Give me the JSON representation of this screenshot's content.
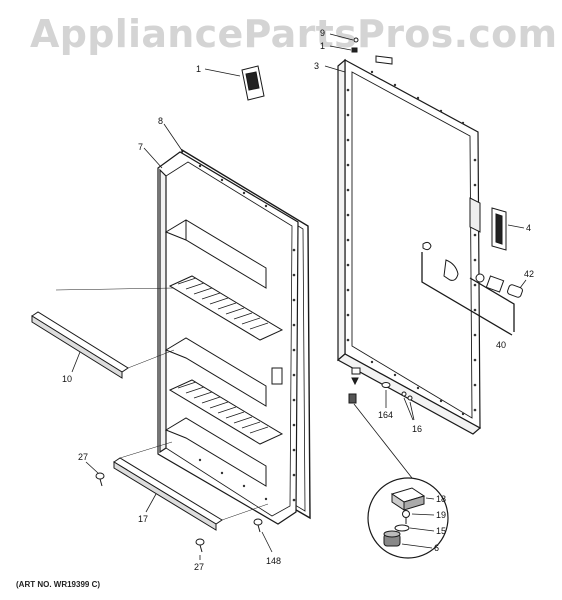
{
  "watermark": "AppliancePartsPros.com",
  "art_number": "(ART NO. WR19399 C)",
  "callouts": {
    "c1_top": "1",
    "c9": "9",
    "c1_small": "1",
    "c3": "3",
    "c8": "8",
    "c7": "7",
    "c4": "4",
    "c42": "42",
    "c40": "40",
    "c10": "10",
    "c164": "164",
    "c16": "16",
    "c27_top": "27",
    "c17": "17",
    "c18": "18",
    "c19": "19",
    "c15": "15",
    "c6": "6",
    "c148": "148",
    "c27_bottom": "27"
  },
  "colors": {
    "line": "#1a1a1a",
    "watermark": "#d4d4d4",
    "background": "#ffffff"
  }
}
